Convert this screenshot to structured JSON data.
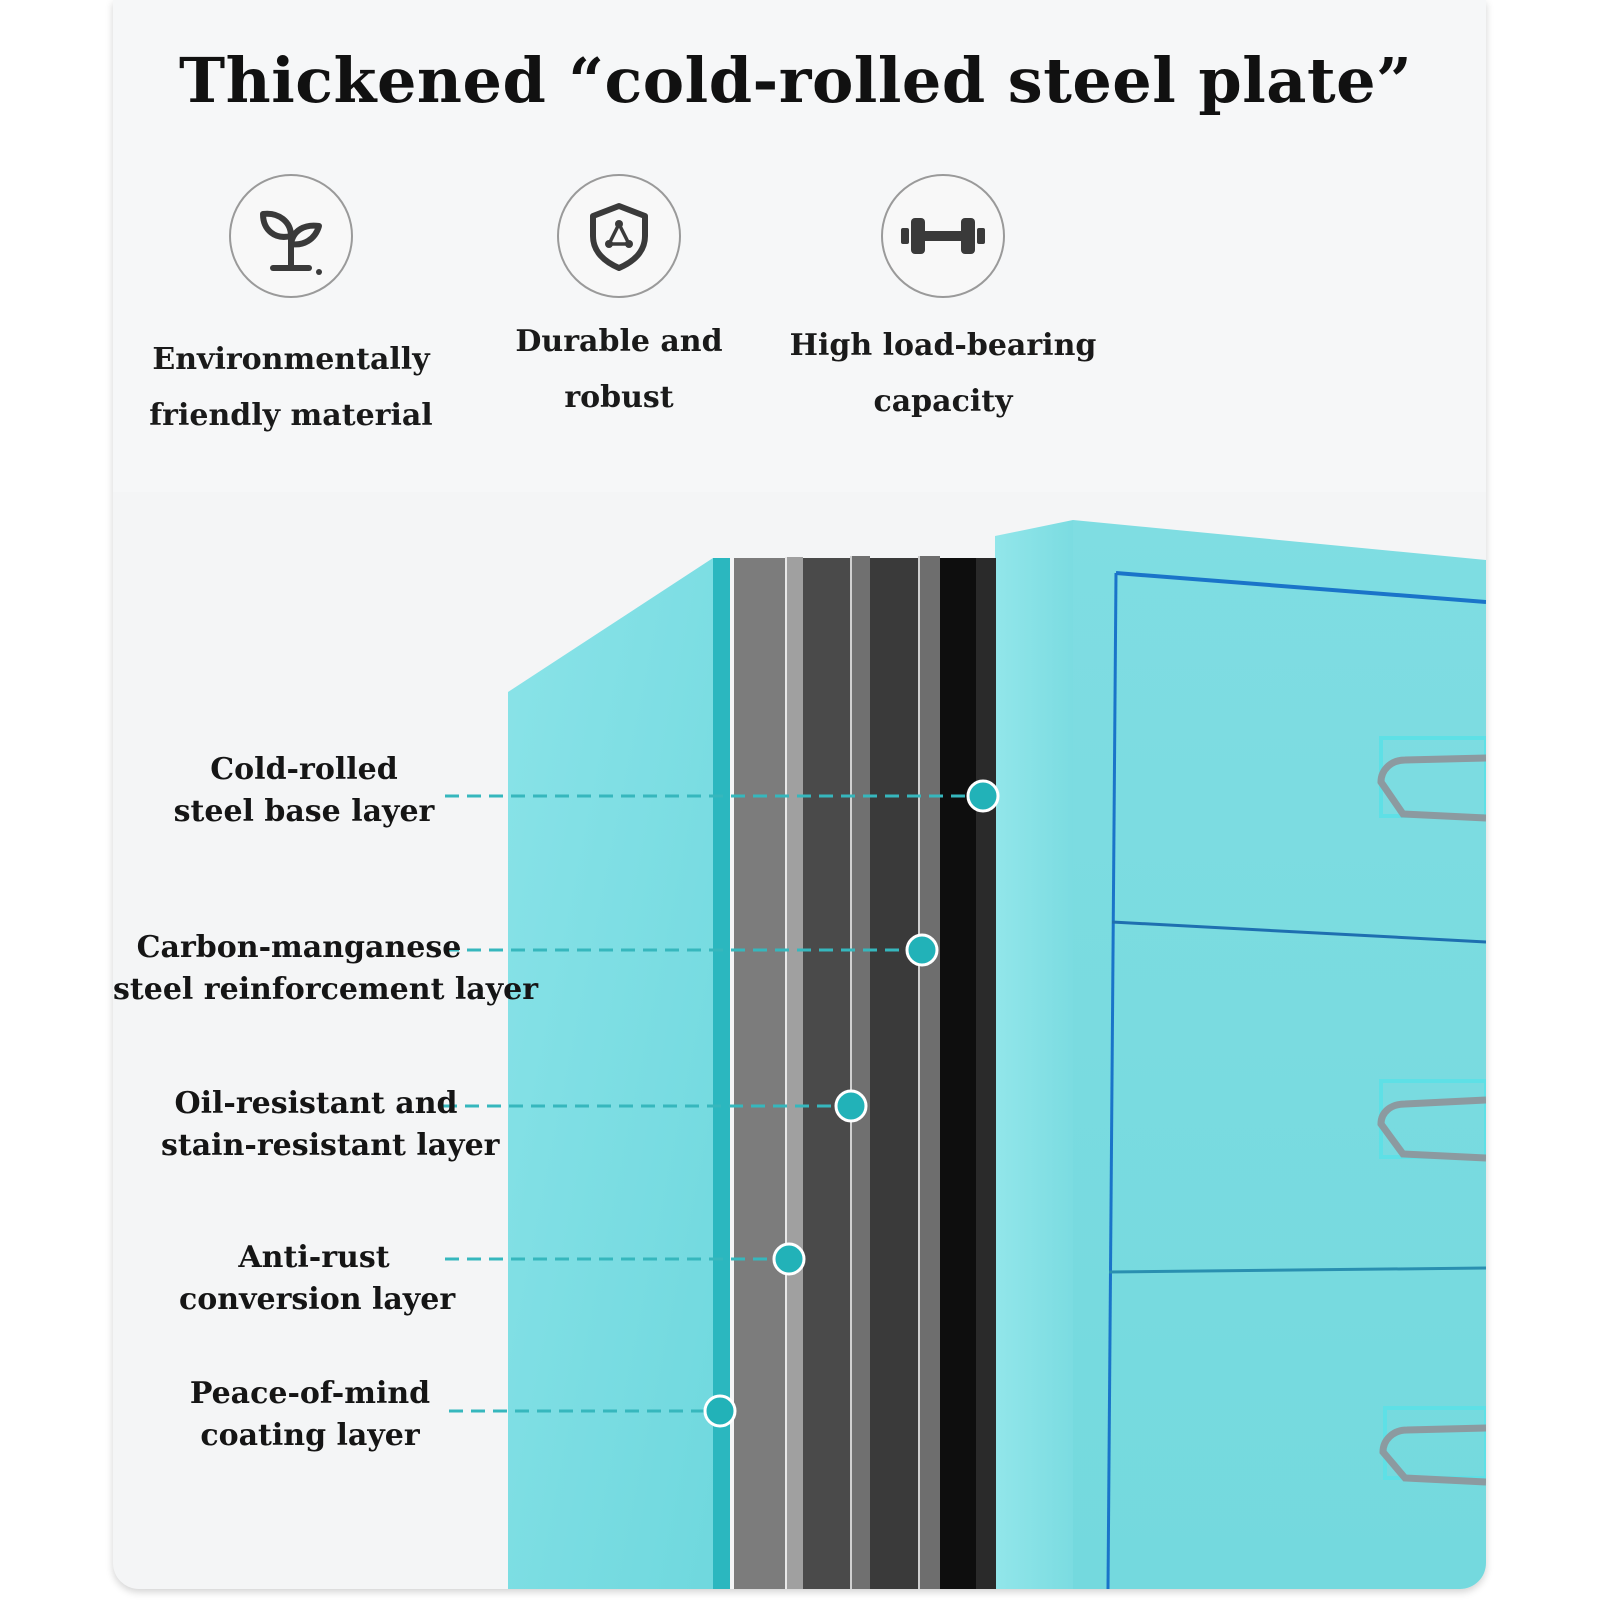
{
  "title": "Thickened “cold-rolled steel plate”",
  "features": [
    {
      "icon": "sprout-icon",
      "line1": "Environmentally",
      "line2": "friendly material"
    },
    {
      "icon": "shield-icon",
      "line1": "Durable and robust",
      "line2": ""
    },
    {
      "icon": "dumbbell-icon",
      "line1": "High load-bearing",
      "line2": "capacity"
    }
  ],
  "layers": [
    {
      "line1": "Cold-rolled",
      "line2": "steel base layer"
    },
    {
      "line1": "Carbon-manganese",
      "line2": "steel reinforcement layer"
    },
    {
      "line1": "Oil-resistant and",
      "line2": "stain-resistant layer"
    },
    {
      "line1": "Anti-rust",
      "line2": "conversion layer"
    },
    {
      "line1": "Peace-of-mind",
      "line2": "coating layer"
    }
  ],
  "colors": {
    "cabinet": "#7fdde2",
    "cabinet_dark": "#2bb7bf",
    "marker": "#22b2b8",
    "drawer_line": "#1a74c9"
  }
}
